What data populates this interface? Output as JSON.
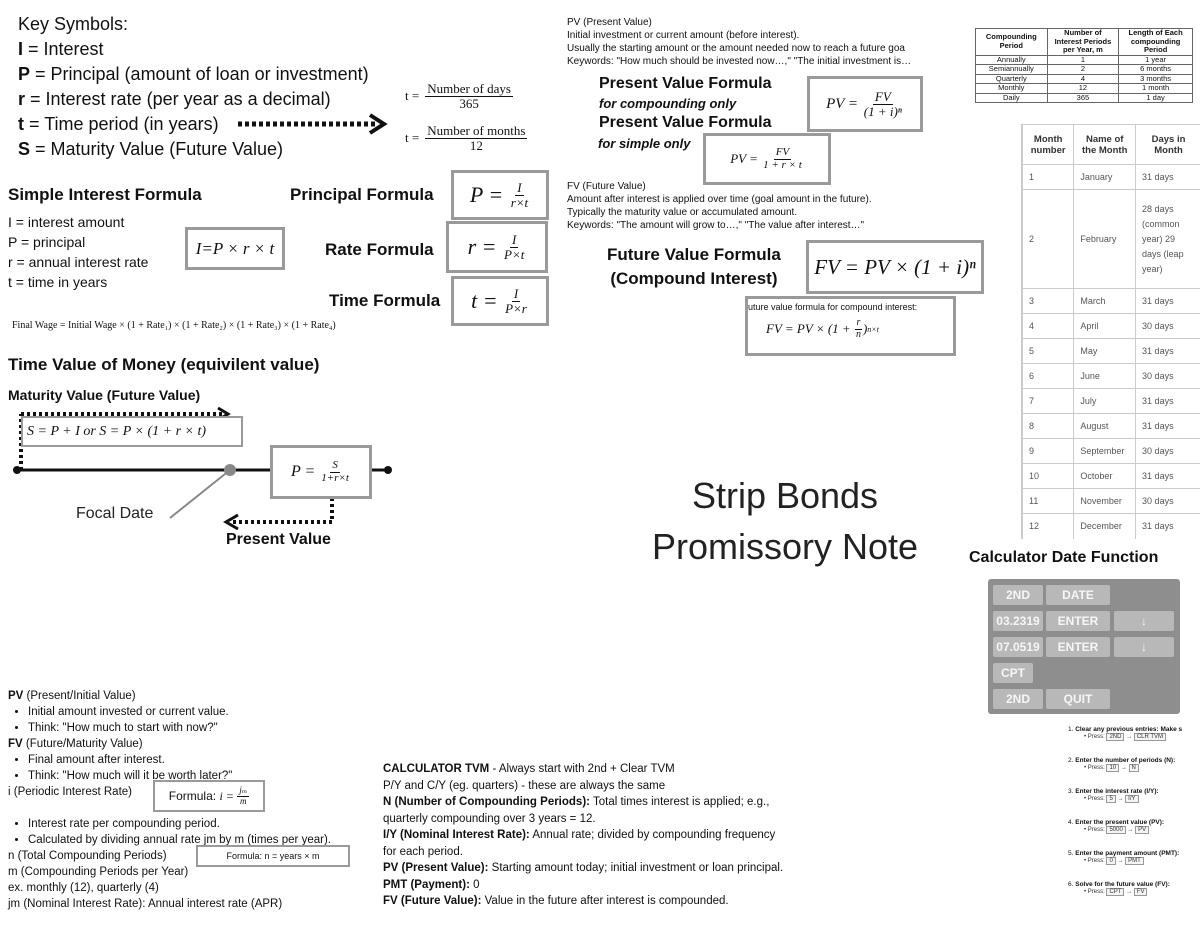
{
  "key_symbols": {
    "title": "Key Symbols:",
    "lines": [
      {
        "sym": "I",
        "desc": " = Interest"
      },
      {
        "sym": "P",
        "desc": " = Principal (amount of loan or investment)"
      },
      {
        "sym": "r",
        "desc": " = Interest rate (per year as a decimal)"
      },
      {
        "sym": "t",
        "desc": " = Time period (in years)"
      },
      {
        "sym": "S",
        "desc": " = Maturity Value (Future Value)"
      }
    ],
    "t_days": {
      "lhs": "t =",
      "num": "Number of days",
      "den": "365"
    },
    "t_months": {
      "lhs": "t =",
      "num": "Number of months",
      "den": "12"
    }
  },
  "simple_interest": {
    "title": "Simple Interest Formula",
    "defs": [
      "I = interest amount",
      "P = principal",
      "r = annual interest rate",
      "t = time in years"
    ],
    "formula": "I=P × r × t"
  },
  "principal": {
    "label": "Principal Formula",
    "lhs": "P =",
    "num": "I",
    "den": "r×t"
  },
  "rate": {
    "label": "Rate Formula",
    "lhs": "r =",
    "num": "I",
    "den": "P×t"
  },
  "time": {
    "label": "Time Formula",
    "lhs": "t =",
    "num": "I",
    "den": "P×r"
  },
  "final_wage": "Final Wage = Initial Wage × (1 + Rate₁) × (1 + Rate₂) × (1 + Rate₃) × (1 + Rate₄)",
  "tvm_diagram": {
    "title": "Time Value of Money (equivilent value)",
    "maturity_label": "Maturity Value (Future Value)",
    "s_formula": "S = P + I or S = P × (1 + r × t)",
    "p_lhs": "P =",
    "p_num": "S",
    "p_den": "1+r×t",
    "focal_date": "Focal Date",
    "present_value": "Present Value"
  },
  "pv_section": {
    "title": "PV (Present Value)",
    "lines": [
      "Initial investment or current amount (before interest).",
      "Usually the starting amount or the amount needed now to reach a future goa",
      "Keywords: \"How much should be invested now…,\" \"The initial investment is…"
    ],
    "formula_label_1": "Present Value Formula",
    "formula_note_1": "for compounding only",
    "formula_label_2": "Present Value Formula",
    "formula_note_2": "for simple only",
    "pv_compound": {
      "lhs": "PV =",
      "num": "FV",
      "den": "(1 + i)ⁿ"
    },
    "pv_simple": {
      "lhs": "PV =",
      "num": "FV",
      "den": "1 + r × t"
    }
  },
  "fv_section": {
    "title": "FV (Future Value)",
    "lines": [
      "Amount after interest is applied over time (goal amount in the future).",
      "Typically the maturity value or accumulated amount.",
      "Keywords: \"The amount will grow to…,\" \"The value after interest…\""
    ],
    "formula_label_1": "Future Value Formula",
    "formula_label_2": "(Compound Interest)",
    "fv_formula": "FV = PV × (1 + i)ⁿ",
    "fv_note": "uture value formula for compound interest:",
    "fv_compound_lhs": "FV = PV ×",
    "fv_compound_r": "r",
    "fv_compound_n": "n",
    "fv_compound_exp": "n×t"
  },
  "compounding_table": {
    "headers": [
      "Compounding Period",
      "Number of Interest Periods per Year, m",
      "Length of Each compounding Period"
    ],
    "rows": [
      [
        "Annually",
        "1",
        "1 year"
      ],
      [
        "Semiannually",
        "2",
        "6 months"
      ],
      [
        "Quarterly",
        "4",
        "3 months"
      ],
      [
        "Monthly",
        "12",
        "1 month"
      ],
      [
        "Daily",
        "365",
        "1 day"
      ]
    ]
  },
  "months_table": {
    "headers": [
      "Month number",
      "Name of the Month",
      "Days in Month"
    ],
    "rows": [
      [
        "1",
        "January",
        "31 days"
      ],
      [
        "2",
        "February",
        "28 days (common year) 29 days (leap year)"
      ],
      [
        "3",
        "March",
        "31 days"
      ],
      [
        "4",
        "April",
        "30 days"
      ],
      [
        "5",
        "May",
        "31 days"
      ],
      [
        "6",
        "June",
        "30 days"
      ],
      [
        "7",
        "July",
        "31 days"
      ],
      [
        "8",
        "August",
        "31 days"
      ],
      [
        "9",
        "September",
        "30 days"
      ],
      [
        "10",
        "October",
        "31 days"
      ],
      [
        "11",
        "November",
        "30 days"
      ],
      [
        "12",
        "December",
        "31 days"
      ]
    ]
  },
  "center_title": {
    "line1": "Strip Bonds",
    "line2": "Promissory Note"
  },
  "calculator_date": {
    "title": "Calculator Date Function",
    "keys": {
      "2nd_top": "2ND",
      "date": "DATE",
      "d1": "03.2319",
      "enter1": "ENTER",
      "down1": "↓",
      "d2": "07.0519",
      "enter2": "ENTER",
      "down2": "↓",
      "cpt": "CPT",
      "2nd_bottom": "2ND",
      "quit": "QUIT"
    }
  },
  "tvm_steps": [
    {
      "n": "1.",
      "title": "Clear any previous entries: Make s",
      "press": "Press:",
      "keys": [
        "2ND",
        "CLR TVM"
      ]
    },
    {
      "n": "2.",
      "title": "Enter the number of periods (N):",
      "press": "Press:",
      "keys": [
        "10",
        "N"
      ]
    },
    {
      "n": "3.",
      "title": "Enter the interest rate (I/Y):",
      "press": "Press:",
      "keys": [
        "5",
        "I/Y"
      ]
    },
    {
      "n": "4.",
      "title": "Enter the present value (PV):",
      "press": "Press:",
      "keys": [
        "5000",
        "PV"
      ]
    },
    {
      "n": "5.",
      "title": "Enter the payment amount (PMT):",
      "press": "Press:",
      "keys": [
        "0",
        "PMT"
      ]
    },
    {
      "n": "6.",
      "title": "Solve for the future value (FV):",
      "press": "Press:",
      "keys": [
        "CPT",
        "FV"
      ]
    }
  ],
  "bottom_left": {
    "pv_title_b": "PV",
    "pv_title_rest": " (Present/Initial Value)",
    "pv_bullets": [
      "Initial amount invested or current value.",
      "Think: \"How much to start with now?\""
    ],
    "fv_title_b": "FV",
    "fv_title_rest": " (Future/Maturity Value)",
    "fv_bullets": [
      "Final amount after interest.",
      "Think: \"How much will it be worth later?\""
    ],
    "i_title": "i (Periodic Interest Rate)",
    "i_formula_label": "Formula:",
    "i_formula_lhs": "i =",
    "i_num": "jₘ",
    "i_den": "m",
    "i_bullets": [
      "Interest rate per compounding period.",
      "Calculated by dividing annual rate jm by m (times per year)."
    ],
    "n_title": "n (Total Compounding Periods)",
    "n_formula": "Formula: n = years × m",
    "m_title": "m (Compounding Periods per Year)",
    "ex": "ex. monthly (12), quarterly (4)",
    "jm": "jm (Nominal Interest Rate): Annual interest rate (APR)"
  },
  "calc_tvm": {
    "title_b": "CALCULATOR TVM",
    "title_rest": " - Always start with 2nd + Clear TVM",
    "py": "P/Y and C/Y (eg. quarters) - these are always the same",
    "n_b": "N (Number of Compounding Periods):",
    "n_rest": " Total times interest is applied; e.g.,",
    "n_rest2": "quarterly compounding over 3 years = 12.",
    "iy_b": "I/Y (Nominal Interest Rate):",
    "iy_rest": " Annual rate; divided by compounding frequency",
    "iy_rest2": "for each period.",
    "pv_b": "PV (Present Value):",
    "pv_rest": " Starting amount today; initial investment or loan principal.",
    "pmt_b": "PMT (Payment):",
    "pmt_rest": "  0",
    "fv_b": "FV (Future Value):",
    "fv_rest": " Value in the future after interest is compounded."
  }
}
